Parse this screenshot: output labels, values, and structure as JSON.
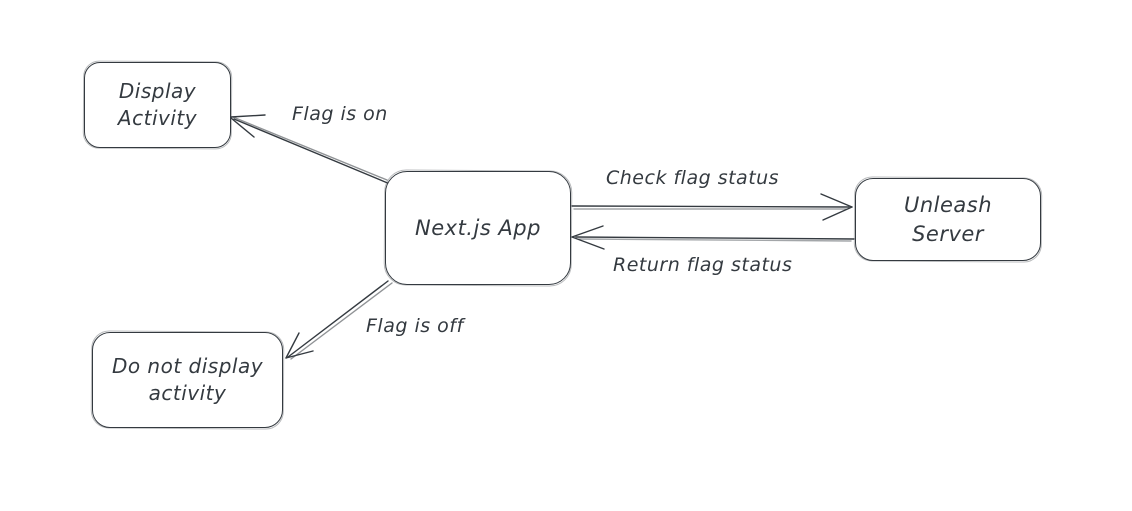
{
  "diagram": {
    "background_color": "#ffffff",
    "stroke_color": "#343a40",
    "nodes": [
      {
        "id": "display-activity",
        "label": "Display\nActivity"
      },
      {
        "id": "nextjs-app",
        "label": "Next.js App"
      },
      {
        "id": "unleash-server",
        "label": "Unleash Server"
      },
      {
        "id": "do-not-display-activity",
        "label": "Do not display\nactivity"
      }
    ],
    "edges": [
      {
        "id": "flag-is-on",
        "label": "Flag is on",
        "from": "nextjs-app",
        "to": "display-activity"
      },
      {
        "id": "check-flag-status",
        "label": "Check flag status",
        "from": "nextjs-app",
        "to": "unleash-server"
      },
      {
        "id": "return-flag-status",
        "label": "Return flag status",
        "from": "unleash-server",
        "to": "nextjs-app"
      },
      {
        "id": "flag-is-off",
        "label": "Flag is off",
        "from": "nextjs-app",
        "to": "do-not-display-activity"
      }
    ]
  }
}
